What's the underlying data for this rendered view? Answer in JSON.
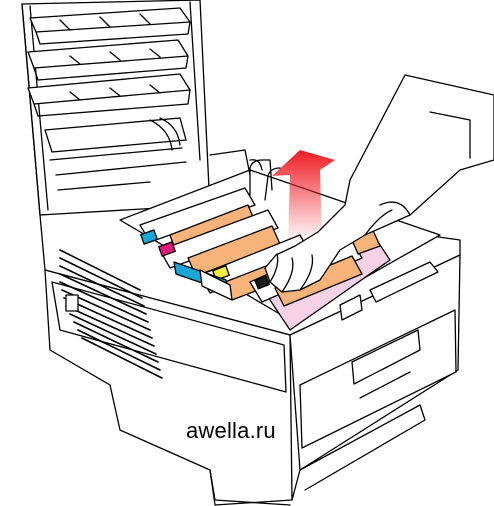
{
  "watermark": {
    "text": "awella.ru"
  },
  "colors": {
    "line": "#000000",
    "paper": "#ffffff",
    "drum_orange": "#f7b37a",
    "drum_cyan": "#17a8d8",
    "drum_magenta": "#e2187f",
    "drum_yellow": "#f4ee3c",
    "drum_black": "#1a1a1a",
    "tray_pink": "#f6d2e4",
    "arrow_red": "#ee1c24"
  },
  "icons": [
    "printer-illustration",
    "hand-illustration",
    "lift-arrow-icon"
  ]
}
